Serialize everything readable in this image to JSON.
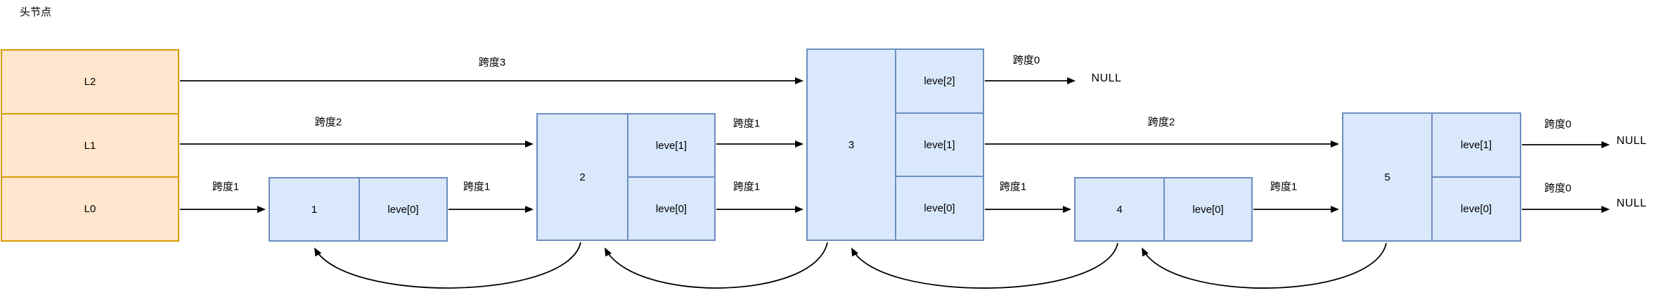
{
  "diagram": {
    "title": "头节点",
    "colors": {
      "head_fill": "#ffe6cc",
      "head_stroke": "#d79b00",
      "node_fill": "#dae8fc",
      "node_stroke": "#6c8ebf",
      "line": "#000000",
      "background": "#ffffff"
    },
    "head": {
      "levels": [
        "L2",
        "L1",
        "L0"
      ]
    },
    "nodes": [
      {
        "value": "1",
        "levels": [
          "leve[0]"
        ]
      },
      {
        "value": "2",
        "levels": [
          "leve[1]",
          "leve[0]"
        ]
      },
      {
        "value": "3",
        "levels": [
          "leve[2]",
          "leve[1]",
          "leve[0]"
        ]
      },
      {
        "value": "4",
        "levels": [
          "leve[0]"
        ]
      },
      {
        "value": "5",
        "levels": [
          "leve[1]",
          "leve[0]"
        ]
      }
    ],
    "spans": [
      "跨度3",
      "跨度2",
      "跨度1",
      "跨度1",
      "跨度1",
      "跨度1",
      "跨度0",
      "跨度2",
      "跨度1",
      "跨度1",
      "跨度0",
      "跨度0"
    ],
    "nulls": [
      "NULL",
      "NULL",
      "NULL"
    ]
  }
}
